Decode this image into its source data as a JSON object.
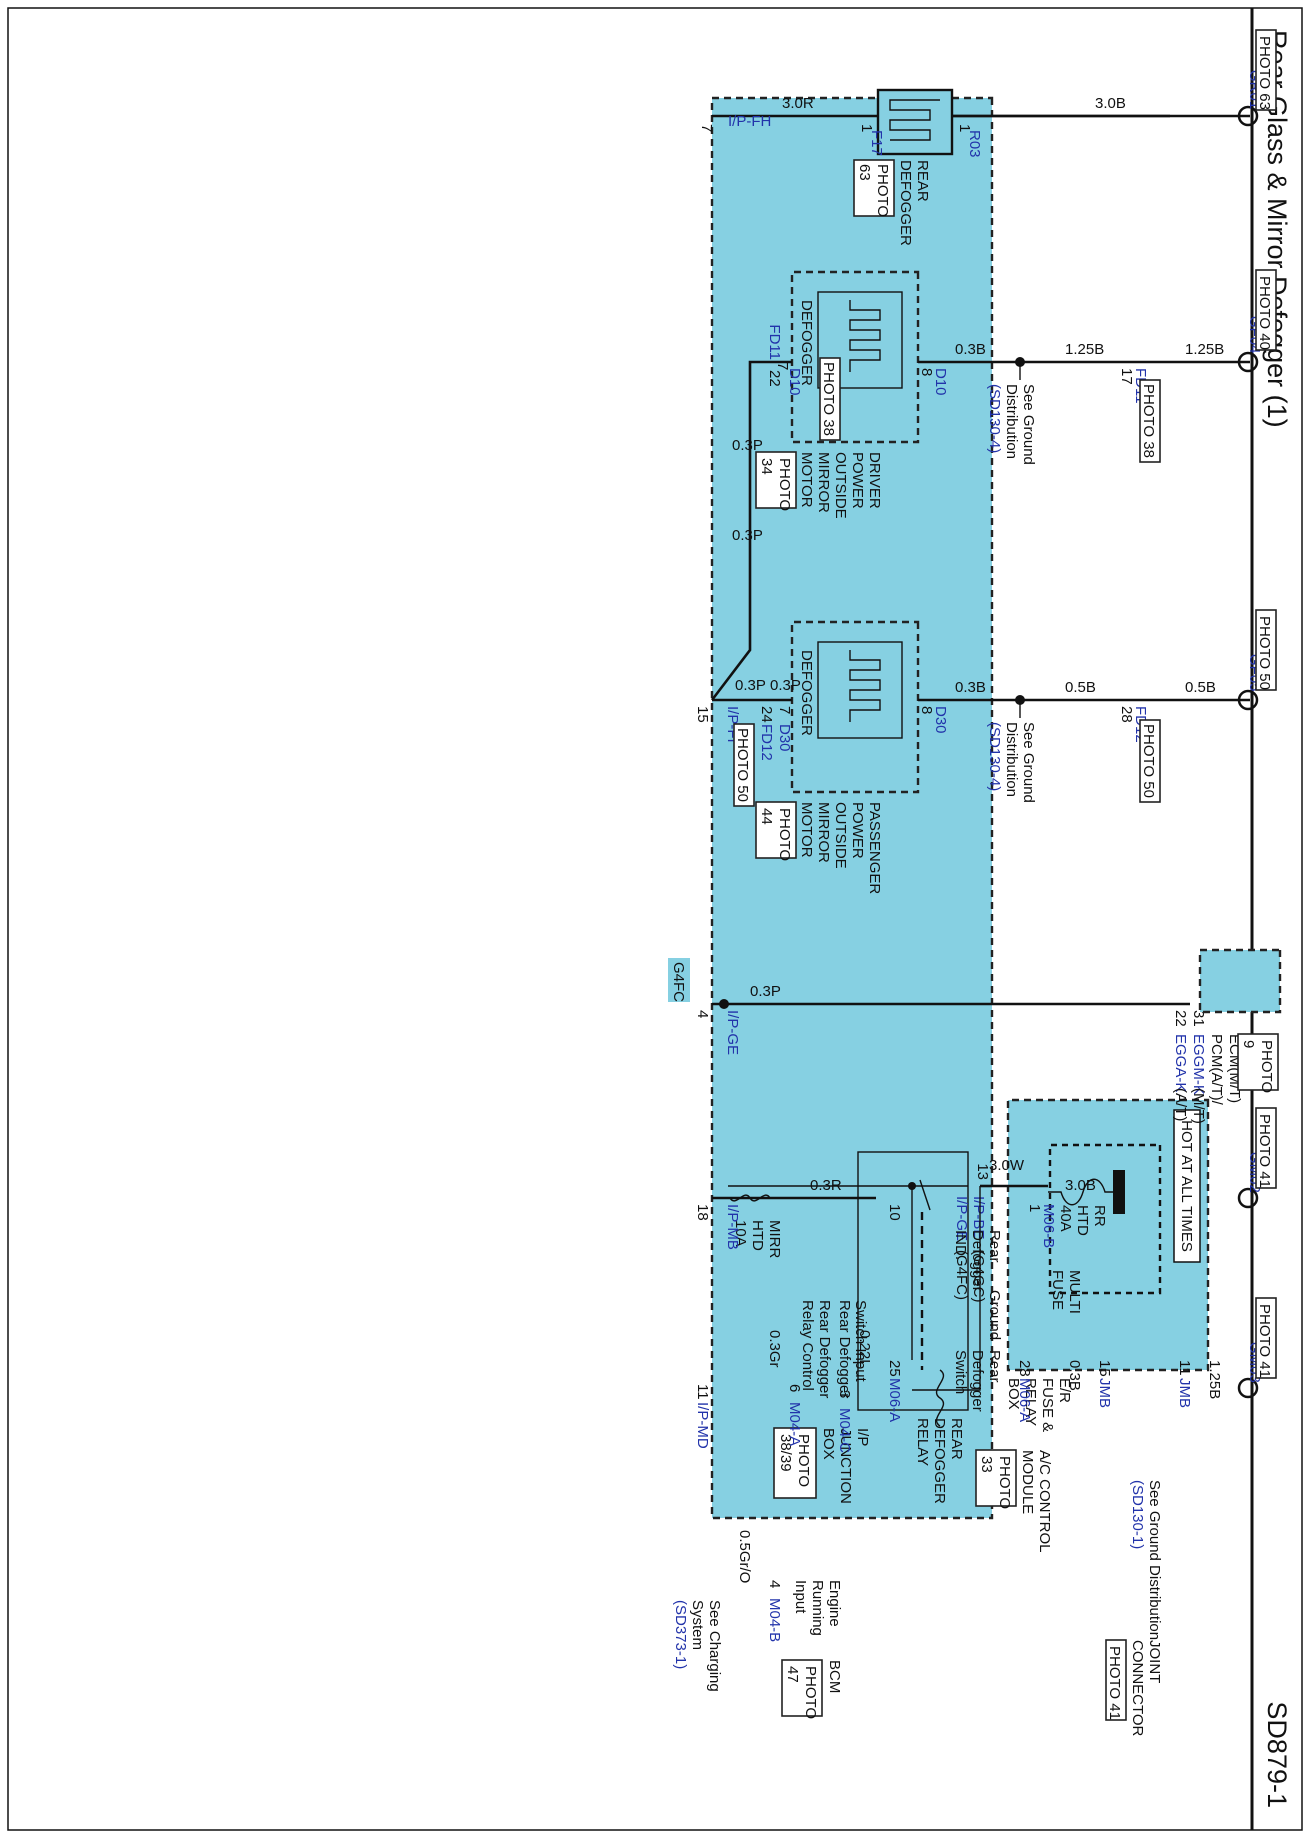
{
  "title": "Rear Glass & Mirror Defogger (1)",
  "page_code": "SD879-1",
  "hot_label": "HOT AT ALL TIMES",
  "wire_sizes": {
    "rr_htd_supply": "3.0W",
    "rear_def_out": "3.0R",
    "rear_def_gnd": "3.0B",
    "drv_mirror_in": "0.3P",
    "drv_mirror_in2": "0.3P",
    "drv_mirror_out": "0.3B",
    "drv_gnd_a": "1.25B",
    "drv_gnd_b": "1.25B",
    "pass_mirror_in": "0.3P",
    "pass_mirror_in2": "0.3P",
    "pass_mirror_out": "0.3B",
    "pass_gnd_a": "0.5B",
    "pass_gnd_b": "0.5B",
    "pcm_signal": "0.3P",
    "ind_wire": "0.3R",
    "ind_gnd": "3.0B",
    "bcm_relay": "0.3Gr",
    "switch_wire": "0.22L",
    "ac_gnd": "0.3B",
    "jmb_gnd": "1.25B",
    "engine_run": "0.5Gr/O"
  },
  "pins": {
    "ipfh": "7",
    "r03": "1",
    "f17": "1",
    "d10_out": "8",
    "d10_in": "7",
    "fd11_a": "22",
    "fd11_b": "17",
    "d30_out": "8",
    "d30_in": "7",
    "fd12_a": "24",
    "fd12_b": "28",
    "ipfi": "15",
    "ipge": "4",
    "pcm_a": "22",
    "pcm_b": "31",
    "ipmb": "18",
    "ac_ind": "10",
    "m06b": "1",
    "ipmd": "11",
    "m04a": "6",
    "m04c": "3",
    "m06a_sw": "25",
    "m06a_gnd": "28",
    "jmb_a": "15",
    "jmb_b": "11",
    "m04b": "4",
    "ipbe": "13"
  },
  "connectors": {
    "ipfh": "I/P-FH",
    "r03": "R03",
    "f17": "F17",
    "d10": "D10",
    "fd11": "FD11",
    "d30": "D30",
    "fd12": "FD12",
    "ipfi": "I/P-FI",
    "ipge": "I/P-GE",
    "egga": "EGGA-K",
    "eggm": "EGGM-K",
    "ipmb": "I/P-MB",
    "m06b": "M06-B",
    "ipmd": "I/P-MD",
    "m04a": "M04-A",
    "m04c": "M04-C",
    "m06a": "M06-A",
    "jmb": "JMB",
    "m04b": "M04-B",
    "ipbe": "I/P-BE",
    "ipge2": "I/P-GE"
  },
  "connector_suffix": {
    "egga": "(A/T)",
    "eggm": "(M/T)",
    "ipbe": "(G4GC)",
    "ipge2": "(G4FC)"
  },
  "grounds": {
    "gr01": "GR01",
    "gf04": "GF04",
    "gf05": "GF05",
    "gm02": "GM02",
    "gm03": "GM03"
  },
  "photos": {
    "gr01": "PHOTO 63",
    "gf04": "PHOTO 40",
    "gf05": "PHOTO 50",
    "gm02": "PHOTO 41",
    "gm03": "PHOTO 41",
    "fd11_a": "PHOTO 38",
    "fd11_b": "PHOTO 38",
    "fd12_a": "PHOTO 50",
    "fd12_b": "PHOTO 50",
    "rear_def": [
      "PHOTO",
      "63"
    ],
    "drv_mirror": [
      "PHOTO",
      "34"
    ],
    "pass_mirror": [
      "PHOTO",
      "44"
    ],
    "pcm": [
      "PHOTO",
      "9"
    ],
    "ac": [
      "PHOTO",
      "33"
    ],
    "bcm": [
      "PHOTO",
      "47"
    ],
    "ipjb": [
      "PHOTO",
      "38/39"
    ],
    "joint": "PHOTO 41"
  },
  "components": {
    "rear_defogger": [
      "REAR",
      "DEFOGGER"
    ],
    "drv_mirror": [
      "DRIVER",
      "POWER",
      "OUTSIDE",
      "MIRROR",
      "MOTOR"
    ],
    "pass_mirror": [
      "PASSENGER",
      "POWER",
      "OUTSIDE",
      "MIRROR",
      "MOTOR"
    ],
    "mirror_heater": "DEFOGGER",
    "pcm": [
      "PCM(A/T)/",
      "ECM(M/T)"
    ],
    "ac_module": [
      "A/C CONTROL",
      "MODULE"
    ],
    "ac_ind": [
      "Rear",
      "Defogger",
      "IND."
    ],
    "ac_gnd": "Ground",
    "ac_sw": [
      "Rear",
      "Defogger",
      "Switch"
    ],
    "bcm": "BCM",
    "bcm_relay": [
      "Rear Defogger",
      "Relay Control"
    ],
    "bcm_sw": [
      "Rear Defogger",
      "Switch Input"
    ],
    "bcm_eng": [
      "Engine",
      "Running",
      "Input"
    ],
    "joint": [
      "JOINT",
      "CONNECTOR"
    ],
    "ipjb": [
      "I/P",
      "JUNCTION",
      "BOX"
    ],
    "relay": [
      "REAR",
      "DEFOGGER",
      "RELAY"
    ],
    "mirr_fuse": [
      "MIRR",
      "HTD",
      "10A"
    ],
    "rr_fuse": [
      "RR",
      "HTD",
      "40A"
    ],
    "multi_fuse": [
      "MULTI",
      "FUSE"
    ],
    "er_box": [
      "E/R",
      "FUSE &",
      "RELAY",
      "BOX"
    ]
  },
  "refs": {
    "gnd_label": [
      "See Ground",
      "Distribution"
    ],
    "gnd_ref_a": "(SD130-4)",
    "gnd_ref_b": "(SD130-4)",
    "joint_ref_label": "See Ground Distribution",
    "joint_ref": "(SD130-1)",
    "charging_label": [
      "See Charging",
      "System"
    ],
    "charging_ref": "(SD373-1)"
  },
  "highlight_tag": "G4FC",
  "colors": {
    "module_fill": "#86d0e2",
    "link_blue": "#2233aa"
  }
}
